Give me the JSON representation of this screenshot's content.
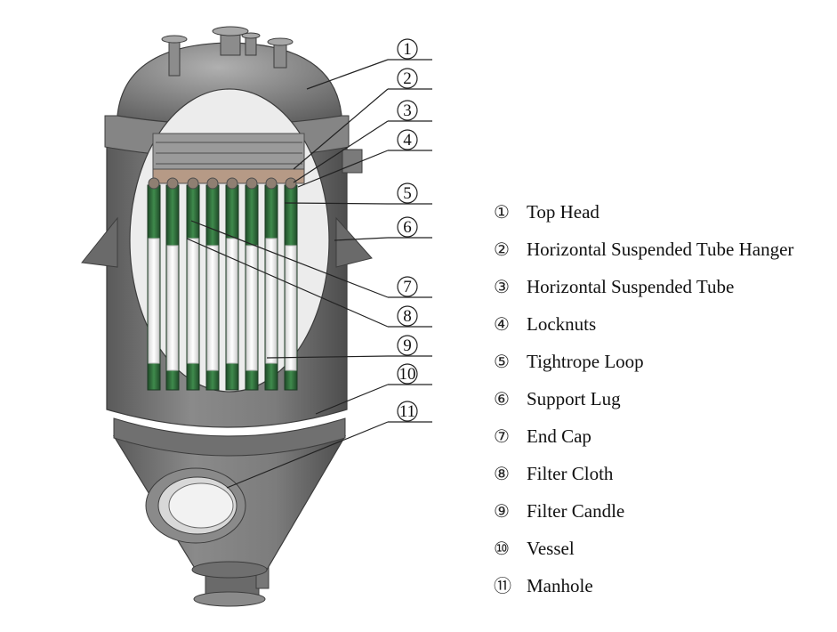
{
  "legend": [
    {
      "num": "①",
      "label": "Top Head"
    },
    {
      "num": "②",
      "label": "Horizontal Suspended Tube Hanger"
    },
    {
      "num": "③",
      "label": "Horizontal Suspended Tube"
    },
    {
      "num": "④",
      "label": "Locknuts"
    },
    {
      "num": "⑤",
      "label": "Tightrope Loop"
    },
    {
      "num": "⑥",
      "label": "Support Lug"
    },
    {
      "num": "⑦",
      "label": "End Cap"
    },
    {
      "num": "⑧",
      "label": "Filter Cloth"
    },
    {
      "num": "⑨",
      "label": "Filter Candle"
    },
    {
      "num": "⑩",
      "label": "Vessel"
    },
    {
      "num": "⑪",
      "label": "Manhole"
    }
  ],
  "callouts": [
    "1",
    "2",
    "3",
    "4",
    "5",
    "6",
    "7",
    "8",
    "9",
    "10",
    "11"
  ],
  "colors": {
    "steel": "#7a7a7a",
    "steel_dark": "#4f4f4f",
    "steel_light": "#a4a4a4",
    "interior": "#efefef",
    "candle_green": "#2f6b3a",
    "cloth_white": "#f4f4f4"
  }
}
